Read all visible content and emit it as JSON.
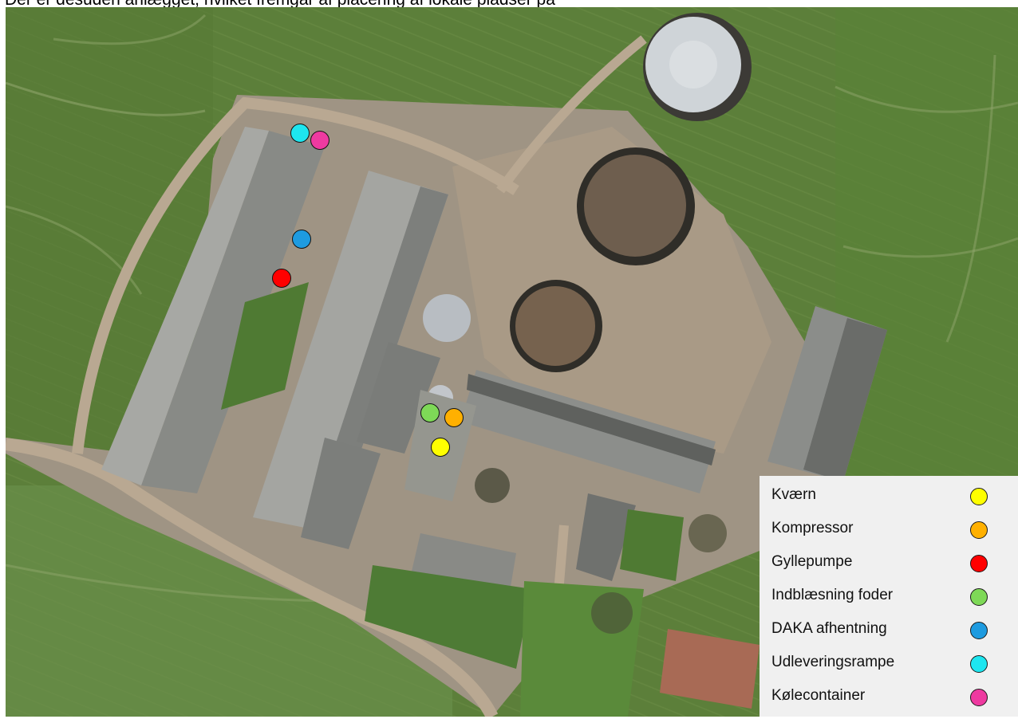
{
  "caption": "Der er desuden anlægget, hvilket fremgår af placering af lokale pladser på",
  "legend": {
    "items": [
      {
        "label": "Kværn",
        "color": "#ffff00",
        "icon": "yellow-circle"
      },
      {
        "label": "Kompressor",
        "color": "#ffb000",
        "icon": "orange-circle"
      },
      {
        "label": "Gyllepumpe",
        "color": "#ff0000",
        "icon": "red-circle"
      },
      {
        "label": "Indblæsning foder",
        "color": "#7ed957",
        "icon": "green-circle"
      },
      {
        "label": "DAKA afhentning",
        "color": "#1e9be0",
        "icon": "blue-circle"
      },
      {
        "label": "Udleveringsrampe",
        "color": "#1ee6f0",
        "icon": "cyan-circle"
      },
      {
        "label": "Kølecontainer",
        "color": "#ee3aa0",
        "icon": "magenta-circle"
      }
    ]
  },
  "markers": [
    {
      "label": "Udleveringsrampe",
      "color": "#1ee6f0"
    },
    {
      "label": "Kølecontainer",
      "color": "#ee3aa0"
    },
    {
      "label": "DAKA afhentning",
      "color": "#1e9be0"
    },
    {
      "label": "Gyllepumpe",
      "color": "#ff0000"
    },
    {
      "label": "Indblæsning foder",
      "color": "#7ed957"
    },
    {
      "label": "Kompressor",
      "color": "#ffb000"
    },
    {
      "label": "Kværn",
      "color": "#ffff00"
    }
  ]
}
